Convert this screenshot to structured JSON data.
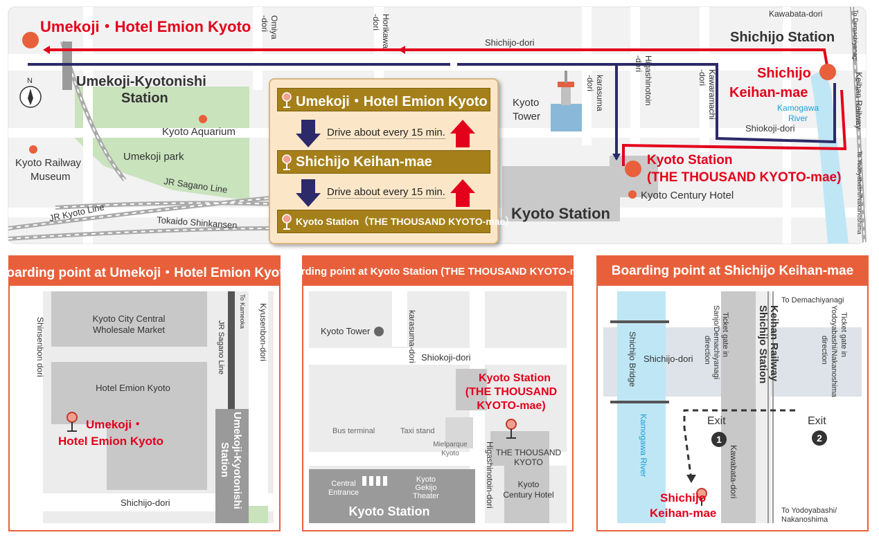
{
  "map": {
    "stops": {
      "umekoji": "Umekoji・Hotel Emion Kyoto",
      "shichijo_l1": "Shichijo",
      "shichijo_l2": "Keihan-mae",
      "kyoto_l1": "Kyoto Station",
      "kyoto_l2": "(THE THOUSAND KYOTO-mae)"
    },
    "labels": {
      "omiya": "Omiya",
      "omiya_dori": "-dori",
      "horikawa": "Horikawa",
      "horikawa_dori": "-dori",
      "kawabata": "Kawabata-dori",
      "shichijo_station": "Shichijo Station",
      "to_demachiyanagi": "To Demachiyanagi",
      "shichijo_dori": "Shichijo-dori",
      "keihan_railway": "Keihan Railway",
      "umekoji_kyotonishi_l1": "Umekoji-Kyotonishi",
      "umekoji_kyotonishi_l2": "Station",
      "kyoto_tower_l1": "Kyoto",
      "kyoto_tower_l2": "Tower",
      "karasuma": "karasuma",
      "karasuma_dori": "-dori",
      "higashinotoin": "Higashinotoin",
      "higashinotoin_dori": "-dori",
      "kawaramachi": "Kawaramachi",
      "kawaramachi_dori": "-dori",
      "kamogawa_l1": "Kamogawa",
      "kamogawa_l2": "River",
      "shiokoji": "Shiokoji-dori",
      "to_yodoyabashi": "To Yodoyabashi/Nakanoshima",
      "kyoto_aquarium": "Kyoto Aquarium",
      "umekoji_park": "Umekoji park",
      "railway_museum_l1": "Kyoto Railway",
      "railway_museum_l2": "Museum",
      "jr_sagano": "JR Sagano Line",
      "jr_kyoto": "JR Kyoto Line",
      "tokaido": "Tokaido Shinkansen",
      "kyoto_century_hotel": "Kyoto Century Hotel",
      "kyoto_station": "Kyoto Station",
      "north": "N"
    },
    "route_box": {
      "stop1": "Umekoji・Hotel Emion Kyoto",
      "freq1": "Drive about every 15 min.",
      "stop2": "Shichijo Keihan-mae",
      "freq2": "Drive about every 15 min.",
      "stop3": "Kyoto Station（THE THOUSAND KYOTO-mae）"
    }
  },
  "panel_umekoji": {
    "title": "Boarding point at Umekoji・Hotel Emion Kyoto",
    "market_l1": "Kyoto City Central",
    "market_l2": "Wholesale Market",
    "hotel": "Hotel Emion Kyoto",
    "stop_l1": "Umekoji・",
    "stop_l2": "Hotel Emion Kyoto",
    "shinsenbon": "Shinsenbon dori",
    "to_kameoka": "To Kameoka",
    "jr_sagano": "JR Sagano Line",
    "kyusenbon": "Kyusenbon-dori",
    "station_l1": "Umekoji-Kyotonishi",
    "station_l2": "Station",
    "shichijo": "Shichijo-dori"
  },
  "panel_kyoto": {
    "title": "Boarding point at Kyoto Station (THE THOUSAND KYOTO-mae)",
    "kyoto_tower": "Kyoto Tower",
    "karasuma": "karasuma-dori",
    "shiokoji": "Shiokoji-dori",
    "stop_l1": "Kyoto Station",
    "stop_l2": "(THE THOUSAND",
    "stop_l3": "KYOTO-mae)",
    "bus_terminal": "Bus terminal",
    "taxi_stand": "Taxi stand",
    "mielparque_l1": "Mielparque",
    "mielparque_l2": "Kyoto",
    "higashinotoin": "Higashinotoin-dori",
    "thousand_l1": "THE THOUSAND",
    "thousand_l2": "KYOTO",
    "central_l1": "Central",
    "central_l2": "Entrance",
    "gekijo_l1": "Kyoto",
    "gekijo_l2": "Gekijo",
    "gekijo_l3": "Theater",
    "century_l1": "Kyoto",
    "century_l2": "Century Hotel",
    "station": "Kyoto Station"
  },
  "panel_shichijo": {
    "title": "Boarding point at Shichijo Keihan-mae",
    "to_demachiyanagi": "To Demachiyanagi",
    "sanjo_l1": "Sanjo/Demachiyanagi",
    "sanjo_l2": "direction",
    "gate1_l1": "Ticket gate in",
    "station_l1": "Keihan Railway",
    "station_l2": "Shichijo Station",
    "yodo_l1": "Yodoyabashi/Nakanoshima",
    "yodo_l2": "direction",
    "gate2_l1": "Ticket gate in",
    "shichijo_bridge": "Shichijo Bridge",
    "shichijo_dori": "Shichijo-dori",
    "exit1": "Exit",
    "exit2": "Exit",
    "exit1_num": "1",
    "exit2_num": "2",
    "kamogawa": "Kamogawa River",
    "kawabata": "Kawabata-dori",
    "to_yodo_l1": "To Yodoyabashi/",
    "to_yodo_l2": "Nakanoshima",
    "stop_l1": "Shichijo",
    "stop_l2": "Keihan-mae"
  },
  "colors": {
    "route_red": "#e3001b",
    "route_navy": "#2c2a69",
    "accent_orange": "#e8603b",
    "bar_gold": "#a5801a",
    "river_blue": "#bfe6f5"
  }
}
